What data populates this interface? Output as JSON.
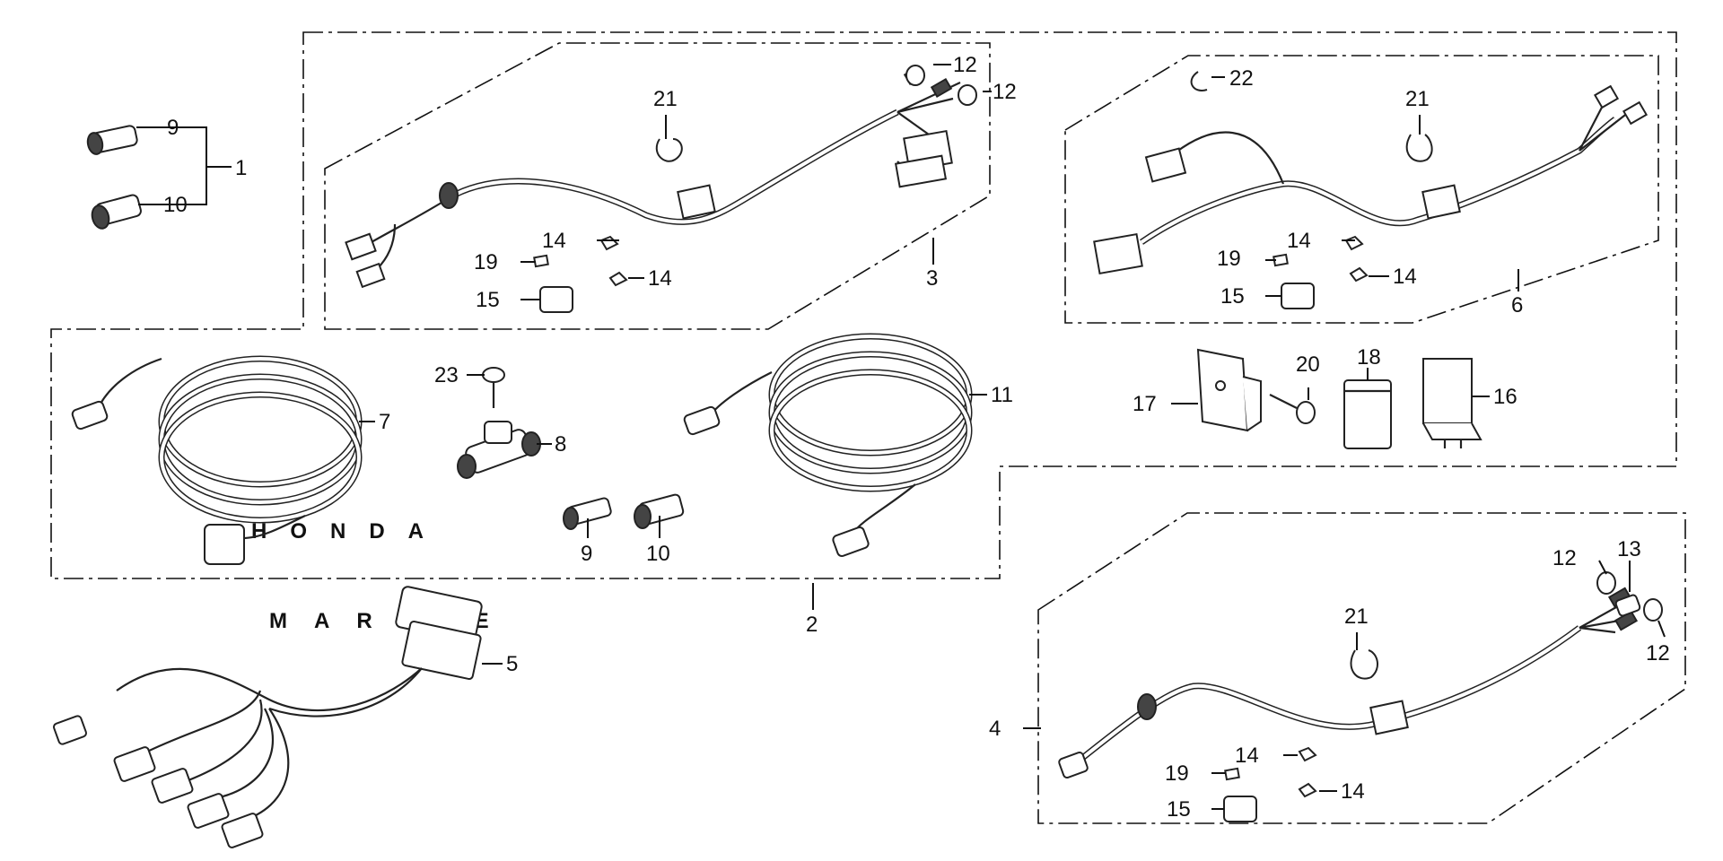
{
  "diagram": {
    "type": "exploded parts diagram",
    "callouts": [
      {
        "id": "c1",
        "label": "1"
      },
      {
        "id": "c9a",
        "label": "9"
      },
      {
        "id": "c10a",
        "label": "10"
      },
      {
        "id": "c2",
        "label": "2"
      },
      {
        "id": "c3",
        "label": "3"
      },
      {
        "id": "c4",
        "label": "4"
      },
      {
        "id": "c5",
        "label": "5"
      },
      {
        "id": "c6",
        "label": "6"
      },
      {
        "id": "c7",
        "label": "7"
      },
      {
        "id": "c8",
        "label": "8"
      },
      {
        "id": "c9b",
        "label": "9"
      },
      {
        "id": "c10b",
        "label": "10"
      },
      {
        "id": "c11",
        "label": "11"
      },
      {
        "id": "c12a",
        "label": "12"
      },
      {
        "id": "c12b",
        "label": "12"
      },
      {
        "id": "c12c",
        "label": "12"
      },
      {
        "id": "c12d",
        "label": "12"
      },
      {
        "id": "c13",
        "label": "13"
      },
      {
        "id": "c14a",
        "label": "14"
      },
      {
        "id": "c14b",
        "label": "14"
      },
      {
        "id": "c14c",
        "label": "14"
      },
      {
        "id": "c14d",
        "label": "14"
      },
      {
        "id": "c14e",
        "label": "14"
      },
      {
        "id": "c14f",
        "label": "14"
      },
      {
        "id": "c15a",
        "label": "15"
      },
      {
        "id": "c15b",
        "label": "15"
      },
      {
        "id": "c15c",
        "label": "15"
      },
      {
        "id": "c16",
        "label": "16"
      },
      {
        "id": "c17",
        "label": "17"
      },
      {
        "id": "c18",
        "label": "18"
      },
      {
        "id": "c19a",
        "label": "19"
      },
      {
        "id": "c19b",
        "label": "19"
      },
      {
        "id": "c19c",
        "label": "19"
      },
      {
        "id": "c20",
        "label": "20"
      },
      {
        "id": "c21a",
        "label": "21"
      },
      {
        "id": "c21b",
        "label": "21"
      },
      {
        "id": "c21c",
        "label": "21"
      },
      {
        "id": "c22",
        "label": "22"
      },
      {
        "id": "c23",
        "label": "23"
      }
    ],
    "watermark": {
      "line1": "HONDA",
      "line2": "MARINE"
    }
  }
}
